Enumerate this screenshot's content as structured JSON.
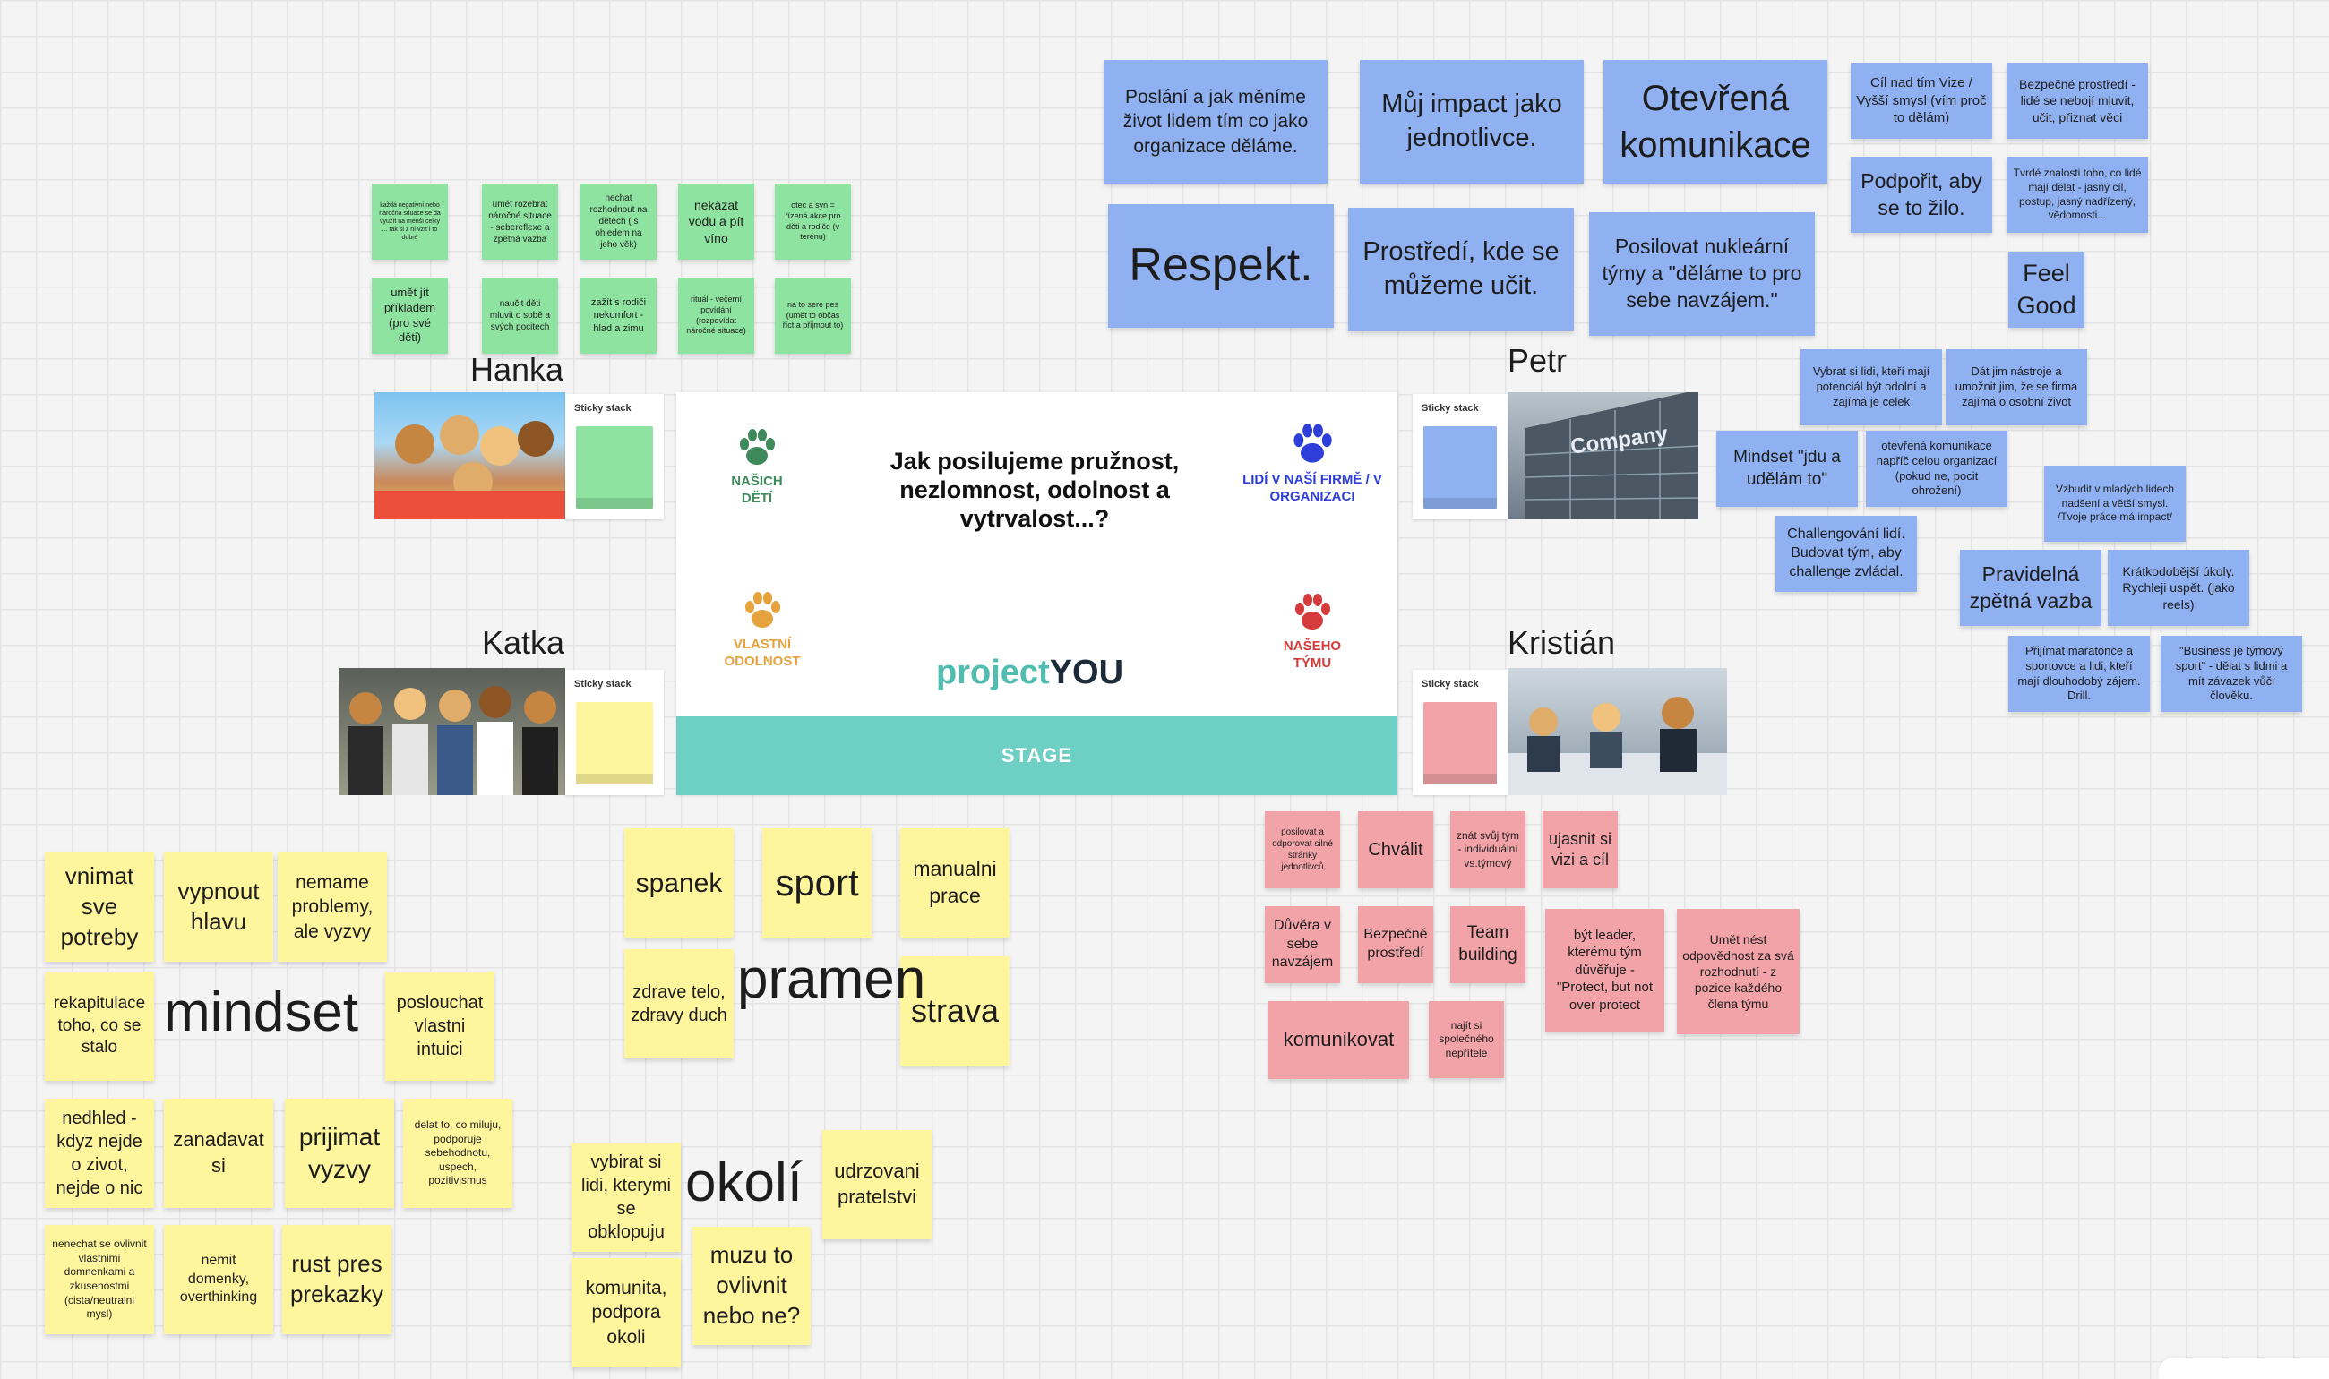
{
  "stage": {
    "question": "Jak posilujeme pružnost, nezlomnost, odolnost a vytrvalost...?",
    "paws": {
      "children": "NAŠICH DĚTÍ",
      "company": "LIDÍ V NAŠÍ FIRMĚ / V ORGANIZACI",
      "self": "VLASTNÍ ODOLNOST",
      "team": "NAŠEHO TÝMU"
    },
    "logo_a": "project",
    "logo_b": "YOU",
    "bar": "STAGE"
  },
  "names": {
    "hanka": "Hanka",
    "petr": "Petr",
    "katka": "Katka",
    "kristian": "Kristián"
  },
  "stack_label": "Sticky stack",
  "company_sign": "Company",
  "green_notes": [
    "každá negativní nebo náročná situace se dá využít na menší celky ... tak si z ní vzít i to dobré",
    "umět rozebrat náročné situace - sebereflexe a zpětná vazba",
    "nechat rozhodnout na dětech ( s ohledem na jeho věk)",
    "nekázat vodu a pít víno",
    "otec a syn = řízená akce pro děti a rodiče (v terénu)",
    "umět jít příkladem (pro své děti)",
    "naučit děti mluvit o sobě a svých pocitech",
    "zažít s rodiči nekomfort - hlad a zimu",
    "rituál - večerní povídání (rozpovídat náročné situace)",
    "na to sere pes (umět to občas říct a přijmout to)"
  ],
  "blue_notes": [
    "Poslání a jak měníme život lidem tím co jako organizace děláme.",
    "Můj impact jako jednotlivce.",
    "Otevřená komunikace",
    "Cíl nad tím Vize / Vyšší smysl (vím proč to dělám)",
    "Bezpečné prostředí - lidé se nebojí mluvit, učit, přiznat věci",
    "Respekt.",
    "Prostředí, kde se můžeme učit.",
    "Posilovat nukleární týmy a \"děláme to pro sebe navzájem.\"",
    "Podpořit, aby se to žilo.",
    "Tvrdé znalosti toho, co lidé mají dělat - jasný cíl, postup, jasný nadřízený, vědomosti...",
    "Feel Good",
    "Vybrat si lidi, kteří mají potenciál být odolní a zajímá je celek",
    "Dát jim nástroje a umožnit jim, že se firma zajímá o osobní život",
    "Mindset \"jdu a udělám to\"",
    "otevřená komunikace napříč celou organizací (pokud ne, pocit ohrožení)",
    "Vzbudit v mladých lidech nadšení a větší smysl. /Tvoje práce má impact/",
    "Challengování lidí. Budovat tým, aby challenge zvládal.",
    "Pravidelná zpětná vazba",
    "Krátkodobější úkoly. Rychleji uspět. (jako reels)",
    "Přijímat maratonce a sportovce a lidi, kteří mají dlouhodobý zájem. Drill.",
    "\"Business je týmový sport\" - dělat s lidmi a mít závazek vůči člověku."
  ],
  "pink_notes": [
    "posilovat a odporovat silné stránky jednotlivců",
    "Chválit",
    "znát svůj tým - individuální vs.týmový",
    "ujasnit si vizi a cíl",
    "Důvěra v sebe navzájem",
    "Bezpečné prostředí",
    "Team building",
    "být leader, kterému tým důvěřuje - \"Protect, but not over protect",
    "Umět nést odpovědnost za svá rozhodnutí - z pozice každého člena týmu",
    "komunikovat",
    "najít si společného nepřítele"
  ],
  "yellow_notes": [
    "vnimat sve potreby",
    "vypnout hlavu",
    "nemame problemy, ale vyzvy",
    "rekapitulace toho, co se stalo",
    "poslouchat vlastni intuici",
    "nedhled - kdyz nejde o zivot, nejde o nic",
    "zanadavat si",
    "prijimat vyzvy",
    "delat to, co miluju, podporuje sebehodnotu, uspech, pozitivismus",
    "nenechat se ovlivnit vlastnimi domnenkami a zkusenostmi (cista/neutralni mysl)",
    "nemit domenky, overthinking",
    "rust pres prekazky",
    "spanek",
    "sport",
    "manualni prace",
    "zdrave telo, zdravy duch",
    "strava",
    "vybirat si lidi, kterymi se obklopuju",
    "udrzovani pratelstvi",
    "muzu to ovlivnit nebo ne?",
    "komunita, podpora okoli"
  ],
  "words": {
    "mindset": "mindset",
    "pramen": "pramen",
    "okoli": "okolí"
  },
  "colors": {
    "yellow": "#fff59d",
    "green": "#8ee3a0",
    "blue": "#8fb1f2",
    "pink": "#f2a3a8",
    "teal": "#6ed0c4"
  }
}
